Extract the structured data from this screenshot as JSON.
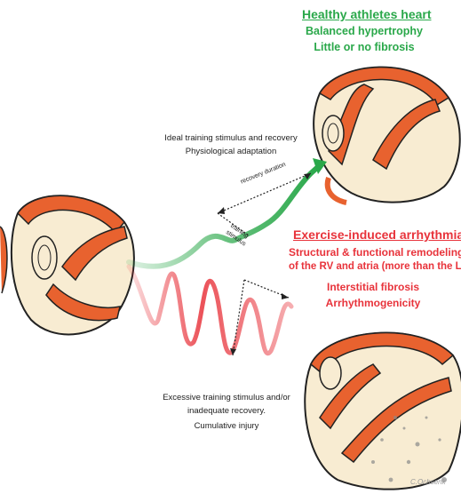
{
  "healthy": {
    "title": "Healthy athletes heart",
    "line1": "Balanced hypertrophy",
    "line2": "Little or no fibrosis"
  },
  "ideal": {
    "line1": "Ideal training stimulus and recovery",
    "line2": "Physiological adaptation"
  },
  "labels": {
    "recovery": "recovery duration",
    "stimulus_line1": "training",
    "stimulus_line2": "stimulus"
  },
  "arrhythmia": {
    "title": "Exercise-induced arrhythmias",
    "line1": "Structural & functional remodeling",
    "line2": "of the RV and atria (more than the LV)",
    "line3": "Interstitial fibrosis",
    "line4": "Arrhythmogenicity"
  },
  "excessive": {
    "line1": "Excessive training stimulus and/or",
    "line2": "inadequate recovery.",
    "line3": "Cumulative injury"
  },
  "signature": "C.Ochsenk",
  "colors": {
    "green": "#2aa84a",
    "red": "#e8333b",
    "heart_fill": "#f8ecd2",
    "heart_wall": "#e8622f"
  }
}
